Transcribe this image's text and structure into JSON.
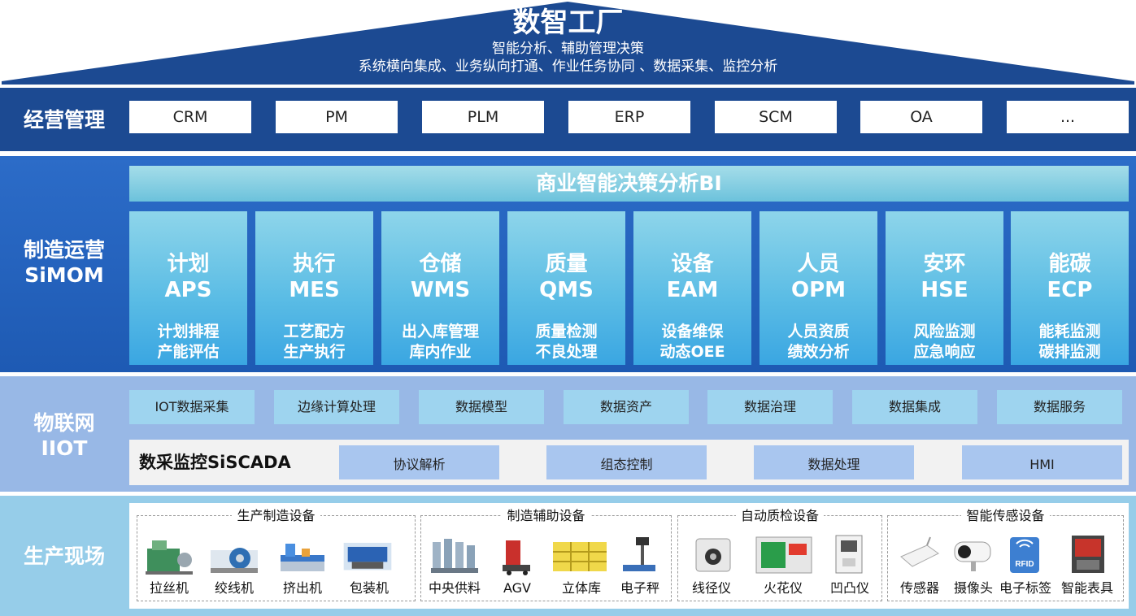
{
  "roof": {
    "title": "数智工厂",
    "subtitle1": "智能分析、辅助管理决策",
    "subtitle2": "系统横向集成、业务纵向打通、作业任务协同 、数据采集、监控分析"
  },
  "business": {
    "label": "经营管理",
    "items": [
      "CRM",
      "PM",
      "PLM",
      "ERP",
      "SCM",
      "OA",
      "..."
    ]
  },
  "manufacturing": {
    "label_line1": "制造运营",
    "label_line2": "SiMOM",
    "bi": "商业智能决策分析BI",
    "modules": [
      {
        "zh": "计划",
        "en": "APS",
        "d1": "计划排程",
        "d2": "产能评估"
      },
      {
        "zh": "执行",
        "en": "MES",
        "d1": "工艺配方",
        "d2": "生产执行"
      },
      {
        "zh": "仓储",
        "en": "WMS",
        "d1": "出入库管理",
        "d2": "库内作业"
      },
      {
        "zh": "质量",
        "en": "QMS",
        "d1": "质量检测",
        "d2": "不良处理"
      },
      {
        "zh": "设备",
        "en": "EAM",
        "d1": "设备维保",
        "d2": "动态OEE"
      },
      {
        "zh": "人员",
        "en": "OPM",
        "d1": "人员资质",
        "d2": "绩效分析"
      },
      {
        "zh": "安环",
        "en": "HSE",
        "d1": "风险监测",
        "d2": "应急响应"
      },
      {
        "zh": "能碳",
        "en": "ECP",
        "d1": "能耗监测",
        "d2": "碳排监测"
      }
    ]
  },
  "iot": {
    "label_line1": "物联网",
    "label_line2": "IIOT",
    "items": [
      "IOT数据采集",
      "边缘计算处理",
      "数据模型",
      "数据资产",
      "数据治理",
      "数据集成",
      "数据服务"
    ],
    "scada_title": "数采监控SiSCADA",
    "scada_items": [
      "协议解析",
      "组态控制",
      "数据处理",
      "HMI"
    ]
  },
  "site": {
    "label": "生产现场",
    "groups": [
      {
        "title": "生产制造设备",
        "devices": [
          "拉丝机",
          "绞线机",
          "挤出机",
          "包装机"
        ]
      },
      {
        "title": "制造辅助设备",
        "devices": [
          "中央供料",
          "AGV",
          "立体库",
          "电子秤"
        ]
      },
      {
        "title": "自动质检设备",
        "devices": [
          "线径仪",
          "火花仪",
          "凹凸仪"
        ]
      },
      {
        "title": "智能传感设备",
        "devices": [
          "传感器",
          "摄像头",
          "电子标签",
          "智能表具"
        ]
      }
    ],
    "rfid_text": "RFID"
  },
  "colors": {
    "roof": "#1c4a92",
    "band_business": "#1c4a92",
    "band_manufacturing": "#2464c0",
    "band_iot": "#98b8e6",
    "band_site": "#96cde9",
    "module_light": "#8ed5ea",
    "module_dark": "#3aa6e2"
  }
}
